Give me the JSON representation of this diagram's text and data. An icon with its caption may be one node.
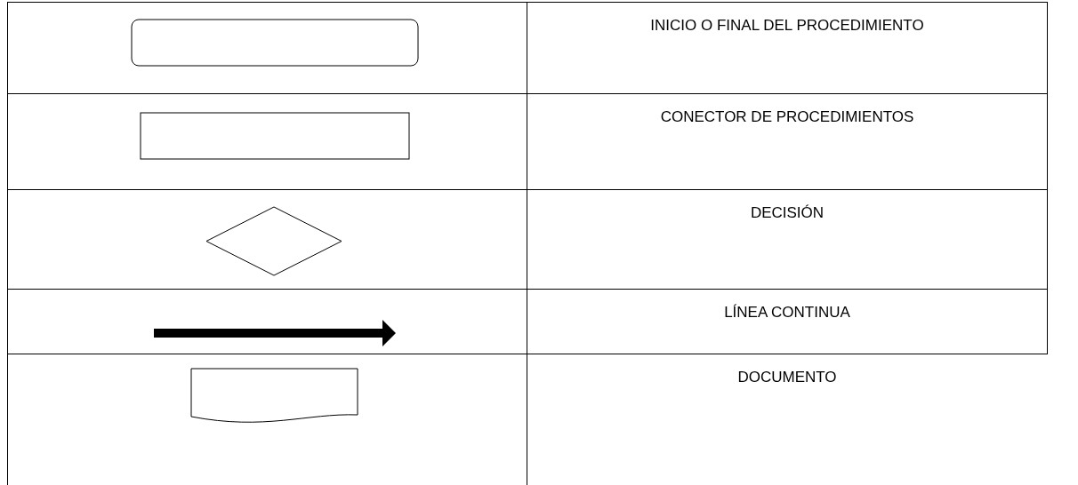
{
  "diagram": {
    "nodes": [
      {
        "text": [],
        "shape": "box"
      },
      {
        "text": [],
        "shape": "box"
      },
      {
        "text": [],
        "shape": "diamond"
      },
      {
        "text": [],
        "shape": "document"
      }
    ],
    "labels": [
      "INICIO O FINAL DEL PROCEDIMIENTO",
      "CONECTOR DE PROCEDIMIENTOS",
      "DECISIÓN",
      "LÍNEA CONTINUA",
      "DOCUMENTO"
    ]
  }
}
